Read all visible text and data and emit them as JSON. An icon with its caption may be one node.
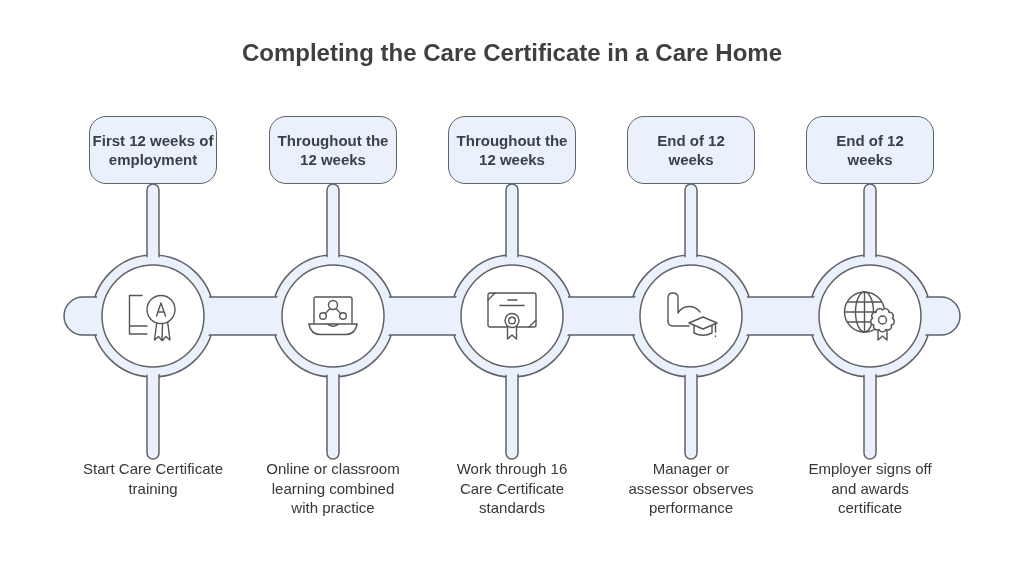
{
  "diagram": {
    "title": "Completing the Care Certificate in a Care Home",
    "nodes": [
      {
        "text": [
          "First 12 weeks of employment"
        ]
      },
      {
        "text": [
          "Throughout the 12 weeks"
        ]
      },
      {
        "text": [
          "Throughout the 12 weeks"
        ]
      },
      {
        "text": [
          "End of 12 weeks"
        ]
      },
      {
        "text": [
          "End of 12 weeks"
        ]
      },
      {
        "text": [],
        "shape": "circle"
      },
      {
        "text": [],
        "shape": "circle"
      },
      {
        "text": [],
        "shape": "circle"
      },
      {
        "text": [],
        "shape": "circle"
      },
      {
        "text": [],
        "shape": "circle"
      },
      {
        "text": [
          "Start Care Certificate training"
        ]
      },
      {
        "text": [
          "Online or classroom learning combined with practice"
        ]
      },
      {
        "text": [
          "Work through 16 Care Certificate standards"
        ]
      },
      {
        "text": [
          "Manager or assessor observes performance"
        ]
      },
      {
        "text": [
          "Employer signs off and awards certificate"
        ]
      }
    ],
    "edges": [
      {
        "from": 0,
        "to": 5,
        "arrow": "none"
      },
      {
        "from": 1,
        "to": 6,
        "arrow": "none"
      },
      {
        "from": 2,
        "to": 7,
        "arrow": "none"
      },
      {
        "from": 3,
        "to": 8,
        "arrow": "none"
      },
      {
        "from": 4,
        "to": 9,
        "arrow": "none"
      },
      {
        "from": 5,
        "to": 10,
        "arrow": "none"
      },
      {
        "from": 6,
        "to": 11,
        "arrow": "none"
      },
      {
        "from": 7,
        "to": 12,
        "arrow": "none"
      },
      {
        "from": 8,
        "to": 13,
        "arrow": "none"
      },
      {
        "from": 9,
        "to": 14,
        "arrow": "none"
      },
      {
        "from": 5,
        "to": 6,
        "arrow": "none",
        "style": "thick"
      },
      {
        "from": 6,
        "to": 7,
        "arrow": "none",
        "style": "thick"
      },
      {
        "from": 7,
        "to": 8,
        "arrow": "none",
        "style": "thick"
      },
      {
        "from": 8,
        "to": 9,
        "arrow": "none",
        "style": "thick"
      }
    ]
  }
}
